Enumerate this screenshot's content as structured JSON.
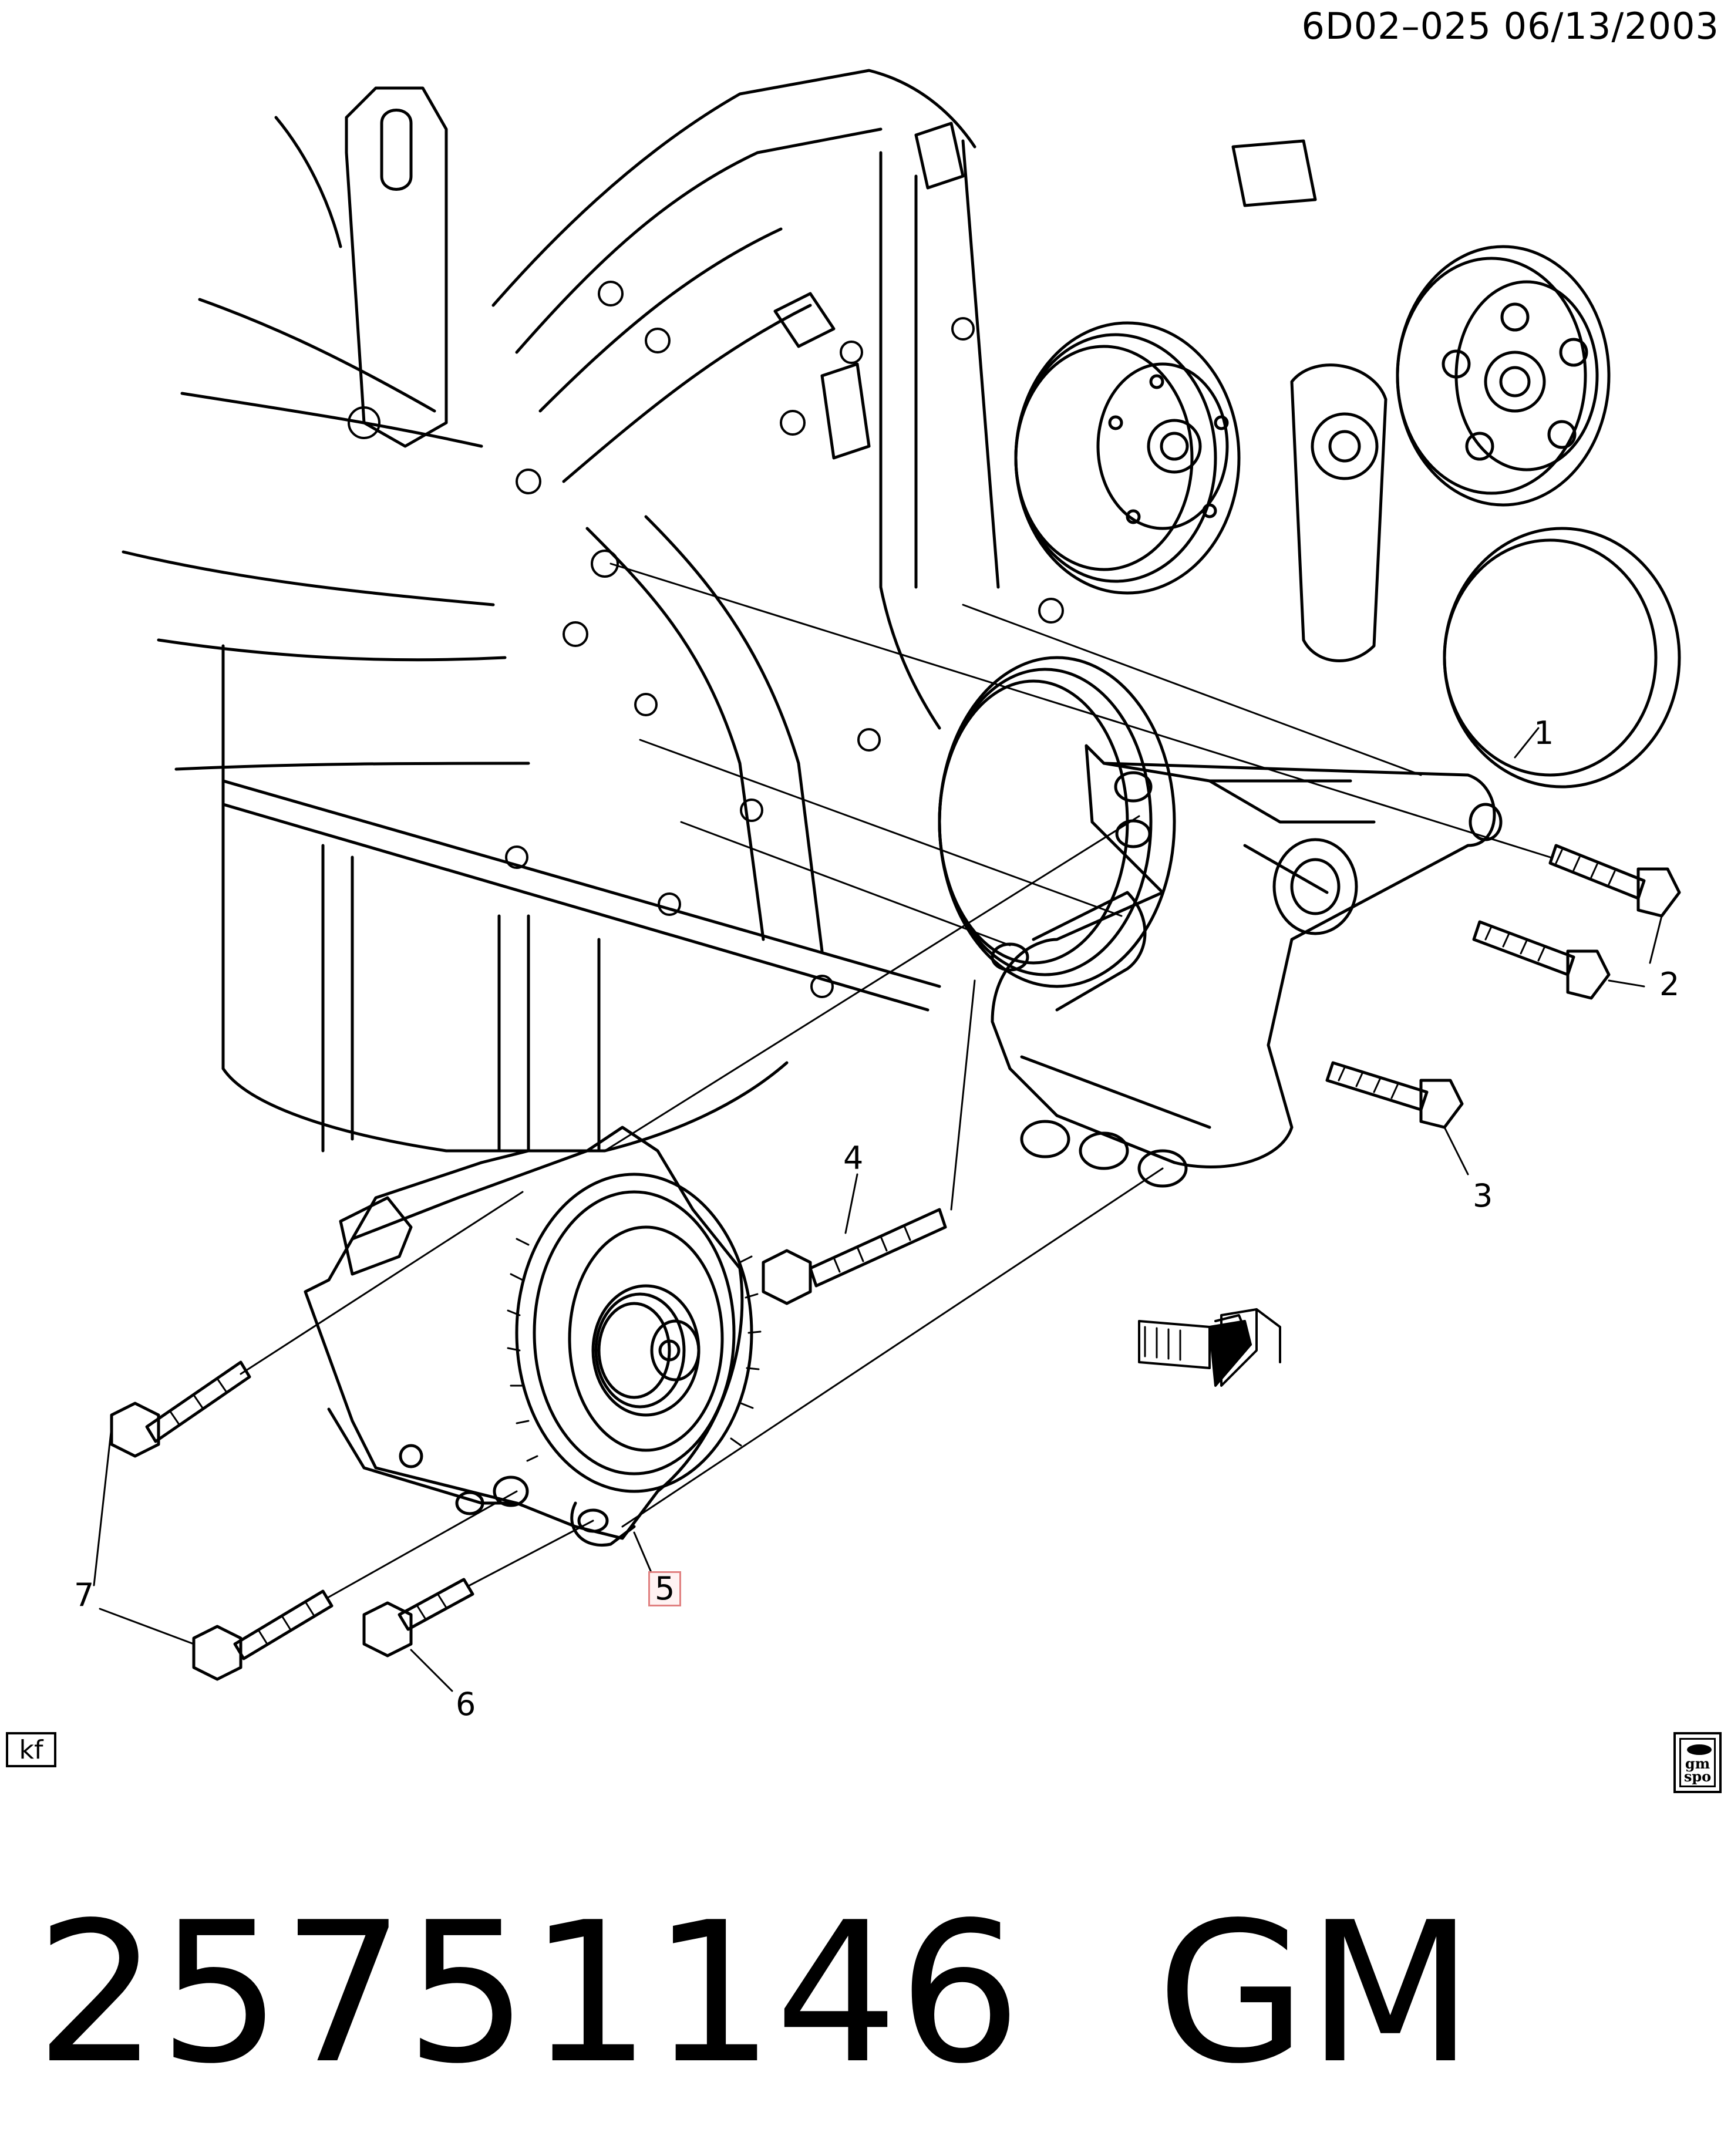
{
  "header": {
    "reference": "6D02–025  06/13/2003"
  },
  "callouts": [
    "1",
    "2",
    "3",
    "4",
    "5",
    "6",
    "7"
  ],
  "highlighted_callout": "5",
  "stamps": {
    "left": "kf",
    "right_top": "gm",
    "right_bottom": "spo"
  },
  "footer": {
    "part_number": "25751146",
    "brand": "GM"
  },
  "icons": [
    "front-direction-arrow-icon",
    "gmspo-badge-icon"
  ],
  "colors": {
    "ink": "#000000",
    "highlight_border": "#e08080"
  }
}
